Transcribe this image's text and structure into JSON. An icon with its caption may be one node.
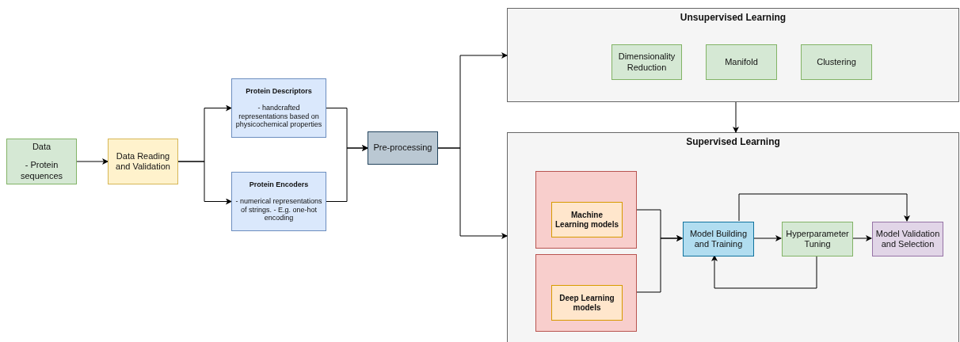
{
  "diagram": {
    "nodes": [
      {
        "text": [
          "Data",
          "- Protein sequences"
        ]
      },
      {
        "text": [
          "Data Reading and Validation"
        ]
      },
      {
        "text": [
          "Protein Descriptors",
          "- handcrafted representations based on physicochemical properties"
        ]
      },
      {
        "text": [
          "Protein Encoders",
          "- numerical representations of strings. - E.g. one-hot encoding"
        ]
      },
      {
        "text": [
          "Pre-processing"
        ]
      },
      {
        "text": [
          "Unsupervised Learning"
        ]
      },
      {
        "text": [
          "Dimensionality Reduction"
        ],
        "in": 5
      },
      {
        "text": [
          "Manifold"
        ],
        "in": 5
      },
      {
        "text": [
          "Clustering"
        ],
        "in": 5
      },
      {
        "text": [
          "Supervised Learning"
        ]
      },
      {
        "text": [],
        "shape": "box",
        "in": 9
      },
      {
        "text": [
          "Machine Learning models"
        ],
        "in": 10
      },
      {
        "text": [],
        "shape": "box",
        "in": 9
      },
      {
        "text": [
          "Deep Learning models"
        ],
        "in": 12
      },
      {
        "text": [
          "Model Building and Training"
        ],
        "in": 9
      },
      {
        "text": [
          "Hyperparameter Tuning"
        ],
        "in": 9
      },
      {
        "text": [
          "Model Validation and Selection"
        ],
        "in": 9
      }
    ],
    "edges": [
      {
        "from": 0,
        "to": 1,
        "arrow": "to"
      },
      {
        "from": 1,
        "to": 2,
        "arrow": "to"
      },
      {
        "from": 1,
        "to": 3,
        "arrow": "to"
      },
      {
        "from": 2,
        "to": 4,
        "arrow": "to"
      },
      {
        "from": 3,
        "to": 4,
        "arrow": "to"
      },
      {
        "from": 4,
        "to": 5,
        "arrow": "to"
      },
      {
        "from": 4,
        "to": 9,
        "arrow": "to"
      },
      {
        "from": 5,
        "to": 9,
        "arrow": "to"
      },
      {
        "from": 10,
        "to": 14,
        "arrow": "to"
      },
      {
        "from": 12,
        "to": 14,
        "arrow": "to"
      },
      {
        "from": 14,
        "to": 15,
        "arrow": "to"
      },
      {
        "from": 15,
        "to": 16,
        "arrow": "to"
      },
      {
        "from": 14,
        "to": 16,
        "arrow": "to"
      },
      {
        "from": 15,
        "to": 14,
        "arrow": "to"
      }
    ]
  }
}
